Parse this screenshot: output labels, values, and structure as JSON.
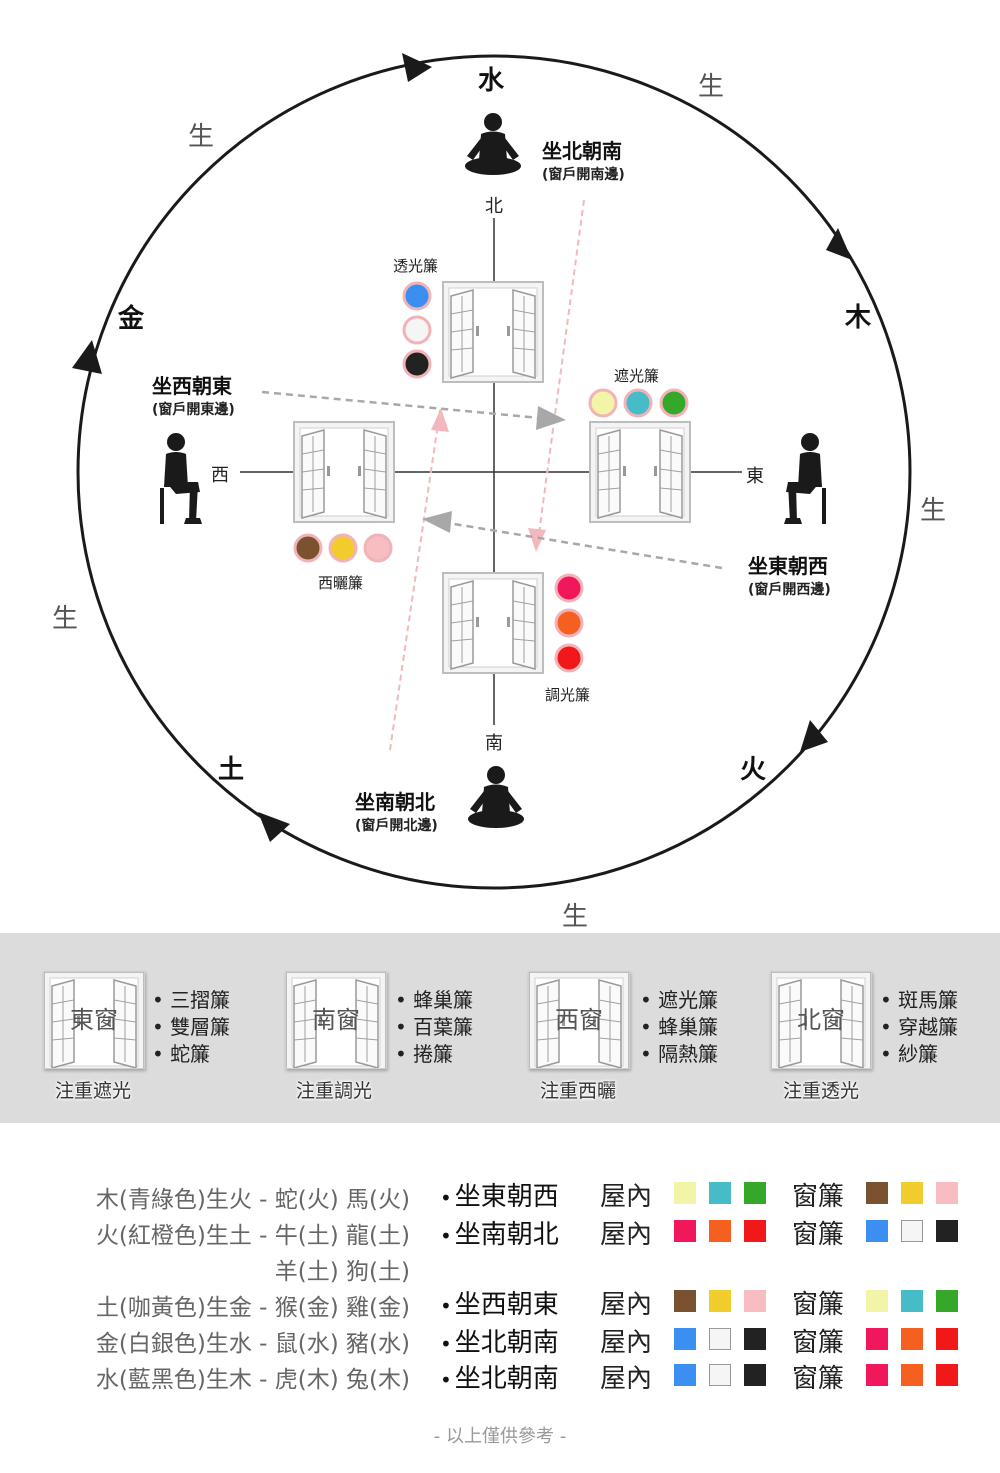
{
  "diagram": {
    "elements": {
      "water": "水",
      "wood": "木",
      "fire": "火",
      "earth": "土",
      "metal": "金"
    },
    "generate_label": "生",
    "directions": {
      "north": "北",
      "east": "東",
      "south": "南",
      "west": "西"
    },
    "blinds": {
      "north": {
        "label": "透光簾",
        "colors": [
          "#3a8ff0",
          "#f5f5f5",
          "#222222"
        ]
      },
      "east": {
        "label": "遮光簾",
        "colors": [
          "#f2f5a8",
          "#46bcc8",
          "#35a82a"
        ]
      },
      "west": {
        "label": "西曬簾",
        "colors": [
          "#7a5230",
          "#f0cd2c",
          "#f7bdc0"
        ]
      },
      "south": {
        "label": "調光簾",
        "colors": [
          "#f0185a",
          "#f56020",
          "#f01818"
        ]
      }
    },
    "poses": {
      "north": {
        "title": "坐北朝南",
        "sub": "(窗戶開南邊)"
      },
      "west": {
        "title": "坐西朝東",
        "sub": "(窗戶開東邊)"
      },
      "east": {
        "title": "坐東朝西",
        "sub": "(窗戶開西邊)"
      },
      "south": {
        "title": "坐南朝北",
        "sub": "(窗戶開北邊)"
      }
    }
  },
  "windows": [
    {
      "label": "東窗",
      "focus": "注重遮光",
      "items": [
        "三摺簾",
        "雙層簾",
        "蛇簾"
      ]
    },
    {
      "label": "南窗",
      "focus": "注重調光",
      "items": [
        "蜂巢簾",
        "百葉簾",
        "捲簾"
      ]
    },
    {
      "label": "西窗",
      "focus": "注重西曬",
      "items": [
        "遮光簾",
        "蜂巢簾",
        "隔熱簾"
      ]
    },
    {
      "label": "北窗",
      "focus": "注重透光",
      "items": [
        "斑馬簾",
        "穿越簾",
        "紗簾"
      ]
    }
  ],
  "rules": [
    "木(青綠色)生火 - 蛇(火) 馬(火)",
    "火(紅橙色)生土 - 牛(土) 龍(土)",
    "羊(土) 狗(土)",
    "土(咖黃色)生金 - 猴(金) 雞(金)",
    "金(白銀色)生水 - 鼠(水) 豬(水)",
    "水(藍黑色)生木 - 虎(木) 兔(木)"
  ],
  "legend": {
    "indoor_label": "屋內",
    "curtain_label": "窗簾",
    "rows": [
      {
        "seat": "坐東朝西",
        "indoor": [
          "#f2f5a8",
          "#46bcc8",
          "#35a82a"
        ],
        "curtain": [
          "#7a5230",
          "#f0cd2c",
          "#f7bdc0"
        ]
      },
      {
        "seat": "坐南朝北",
        "indoor": [
          "#f0185a",
          "#f56020",
          "#f01818"
        ],
        "curtain": [
          "#3a8ff0",
          "#f5f5f5",
          "#222222"
        ]
      },
      {
        "seat": "坐西朝東",
        "indoor": [
          "#7a5230",
          "#f0cd2c",
          "#f7bdc0"
        ],
        "curtain": [
          "#f2f5a8",
          "#46bcc8",
          "#35a82a"
        ]
      },
      {
        "seat": "坐北朝南",
        "indoor": [
          "#3a8ff0",
          "#f5f5f5",
          "#222222"
        ],
        "curtain": [
          "#f0185a",
          "#f56020",
          "#f01818"
        ]
      },
      {
        "seat": "坐北朝南",
        "indoor": [
          "#3a8ff0",
          "#f5f5f5",
          "#222222"
        ],
        "curtain": [
          "#f0185a",
          "#f56020",
          "#f01818"
        ]
      }
    ]
  },
  "footer": "- 以上僅供參考 -"
}
